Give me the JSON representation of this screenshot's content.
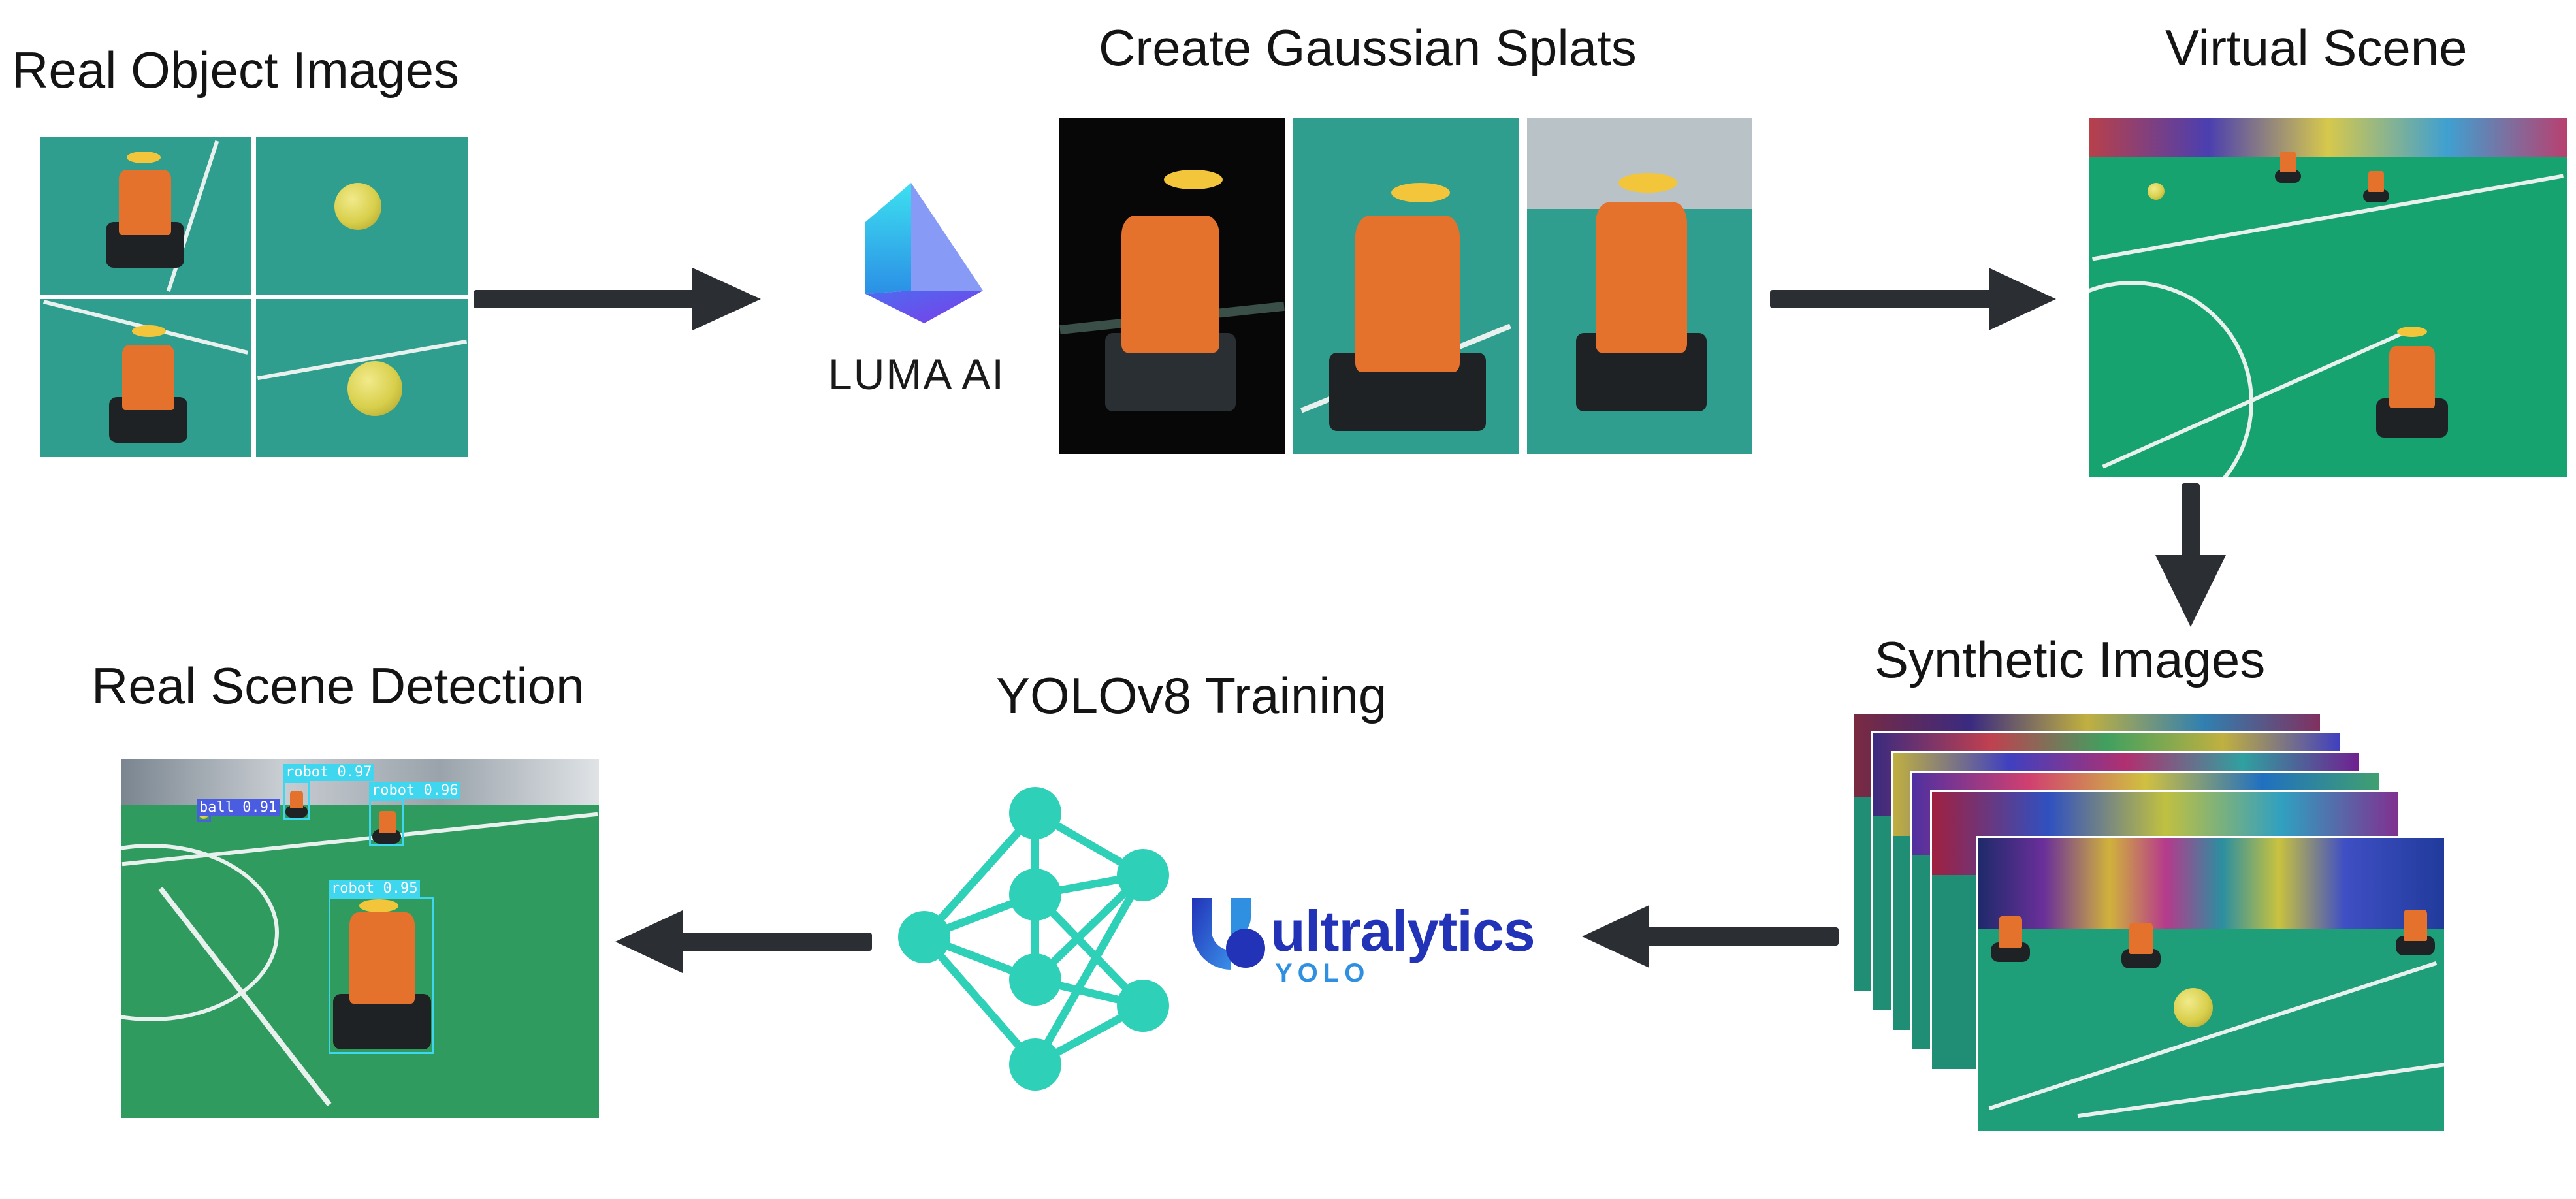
{
  "stages": {
    "real_object_images": {
      "title": "Real Object Images"
    },
    "gaussian_splats": {
      "title": "Create Gaussian Splats",
      "tool_logo": "LUMA AI"
    },
    "virtual_scene": {
      "title": "Virtual Scene"
    },
    "synthetic_images": {
      "title": "Synthetic Images"
    },
    "yolo_training": {
      "title": "YOLOv8 Training",
      "brand": "ultralytics",
      "brand_sub": "YOLO"
    },
    "real_scene_detection": {
      "title": "Real Scene Detection",
      "detections": [
        {
          "label": "robot  0.97"
        },
        {
          "label": "robot  0.96"
        },
        {
          "label": "ball  0.91"
        },
        {
          "label": "robot  0.95"
        }
      ]
    }
  },
  "icons": [
    "luma-ai-logo-icon",
    "neural-network-icon",
    "ultralytics-logo-icon",
    "arrow-right-icon",
    "arrow-down-icon",
    "arrow-left-icon"
  ],
  "colors": {
    "arrow": "#2b2e33",
    "field_green": "#2f9e8f",
    "virtual_green": "#17a36f",
    "network_teal": "#2fd0b8",
    "ultralytics_blue": "#2233b8",
    "detection_cyan": "#3fd6f0",
    "robot_orange": "#e4712c"
  }
}
